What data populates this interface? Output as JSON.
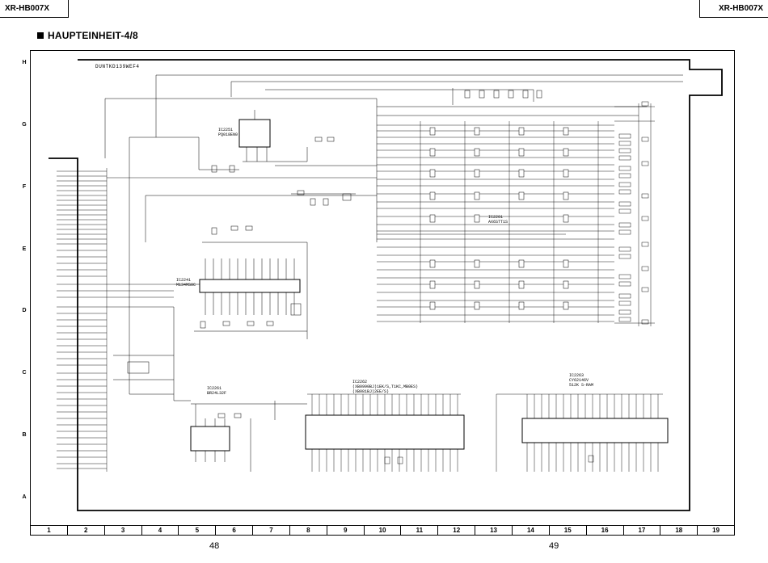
{
  "header": {
    "model_left": "XR-HB007X",
    "model_right": "XR-HB007X"
  },
  "title": "HAUPTEINHEIT-4/8",
  "board_name": "DUNTKD139WEF4",
  "row_labels": [
    "H",
    "G",
    "F",
    "E",
    "D",
    "C",
    "B",
    "A"
  ],
  "column_labels": [
    "1",
    "2",
    "3",
    "4",
    "5",
    "6",
    "7",
    "8",
    "9",
    "10",
    "11",
    "12",
    "13",
    "14",
    "15",
    "16",
    "17",
    "18",
    "19"
  ],
  "page_numbers": {
    "left": "48",
    "right": "49"
  },
  "ics": {
    "ic2251": {
      "ref": "IC2251",
      "part": "PQ018EN0"
    },
    "ic2241": {
      "ref": "IC2241",
      "part": "M134MS0C"
    },
    "ic2201": {
      "ref": "IC2201",
      "part": "AX6STT1S"
    },
    "ic2261": {
      "ref": "IC2261",
      "part": "BR24L32F"
    },
    "ic2262": {
      "ref": "IC2262",
      "line1": "(XB0990BJ)1EK/S,T1KC,MB0ES)",
      "line2": "(XB081BJ)2EE/S)"
    },
    "ic2263": {
      "ref": "IC2263",
      "line1": "CY62146V",
      "line2": "512K S-RAM"
    }
  }
}
